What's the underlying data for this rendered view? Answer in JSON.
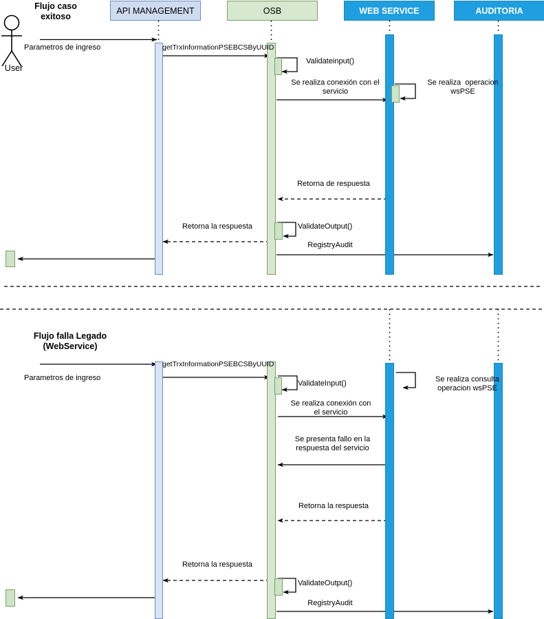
{
  "diagram": {
    "title_flow1": "Flujo caso\nexitoso",
    "title_flow2": "Flujo falla Legado\n(WebService)",
    "actor_label": "User"
  },
  "lifelines": [
    {
      "id": "api",
      "label": "API MANAGEMENT",
      "color": "#cfdcf0",
      "text_color": "#000000"
    },
    {
      "id": "osb",
      "label": "OSB",
      "color": "#d6e8cf",
      "text_color": "#000000"
    },
    {
      "id": "ws",
      "label": "WEB SERVICE",
      "color": "#1f9fe0",
      "text_color": "#ffffff"
    },
    {
      "id": "aud",
      "label": "AUDITORIA",
      "color": "#1f9fe0",
      "text_color": "#ffffff"
    }
  ],
  "flow1": {
    "messages": [
      {
        "id": "m1",
        "label": "Parametros de ingreso",
        "from": "User",
        "to": "api",
        "style": "solid"
      },
      {
        "id": "m2",
        "label": "getTrxInformationPSEBCSByUUID",
        "from": "api",
        "to": "osb",
        "style": "solid"
      },
      {
        "id": "m3",
        "label": "Validateinput()",
        "from": "osb",
        "to": "osb",
        "style": "self"
      },
      {
        "id": "m4",
        "label": "Se realiza conexión con el\nservicio",
        "from": "osb",
        "to": "ws",
        "style": "solid"
      },
      {
        "id": "m5",
        "label": "Se realiza  operacion\nwsPSE",
        "from": "ws",
        "to": "ws",
        "style": "self"
      },
      {
        "id": "m6",
        "label": "Retorna de respuesta",
        "from": "ws",
        "to": "osb",
        "style": "dashed"
      },
      {
        "id": "m7",
        "label": "ValidateOutput()",
        "from": "osb",
        "to": "osb",
        "style": "self"
      },
      {
        "id": "m8",
        "label": "Retorna la respuesta",
        "from": "osb",
        "to": "api",
        "style": "dashed"
      },
      {
        "id": "m9",
        "label": "RegistryAudit",
        "from": "osb",
        "to": "aud",
        "style": "solid"
      },
      {
        "id": "m10",
        "label": "",
        "from": "api",
        "to": "User",
        "style": "solid"
      }
    ]
  },
  "flow2": {
    "messages": [
      {
        "id": "n1",
        "label": "Parametros de ingreso",
        "from": "User",
        "to": "api",
        "style": "solid"
      },
      {
        "id": "n2",
        "label": "getTrxInformationPSEBCSByUUID",
        "from": "api",
        "to": "osb",
        "style": "solid"
      },
      {
        "id": "n3",
        "label": "ValidateInput()",
        "from": "osb",
        "to": "osb",
        "style": "self"
      },
      {
        "id": "n4",
        "label": "Se realiza consulta\noperacion wsPSE",
        "from": "ws",
        "to": "ws",
        "style": "self"
      },
      {
        "id": "n5",
        "label": "Se realiza conexión con\nel servicio",
        "from": "osb",
        "to": "ws",
        "style": "solid"
      },
      {
        "id": "n6",
        "label": "Se presenta fallo en la\nrespuesta del servicio",
        "from": "ws",
        "to": "osb",
        "style": "solid"
      },
      {
        "id": "n7",
        "label": "Retorna la respuesta",
        "from": "ws",
        "to": "osb",
        "style": "dashed"
      },
      {
        "id": "n8",
        "label": "Retorna la respuesta",
        "from": "osb",
        "to": "api",
        "style": "dashed"
      },
      {
        "id": "n9",
        "label": "ValidateOutput()",
        "from": "osb",
        "to": "osb",
        "style": "self"
      },
      {
        "id": "n10",
        "label": "RegistryAudit",
        "from": "osb",
        "to": "aud",
        "style": "solid"
      },
      {
        "id": "n11",
        "label": "",
        "from": "api",
        "to": "User",
        "style": "solid"
      }
    ]
  }
}
